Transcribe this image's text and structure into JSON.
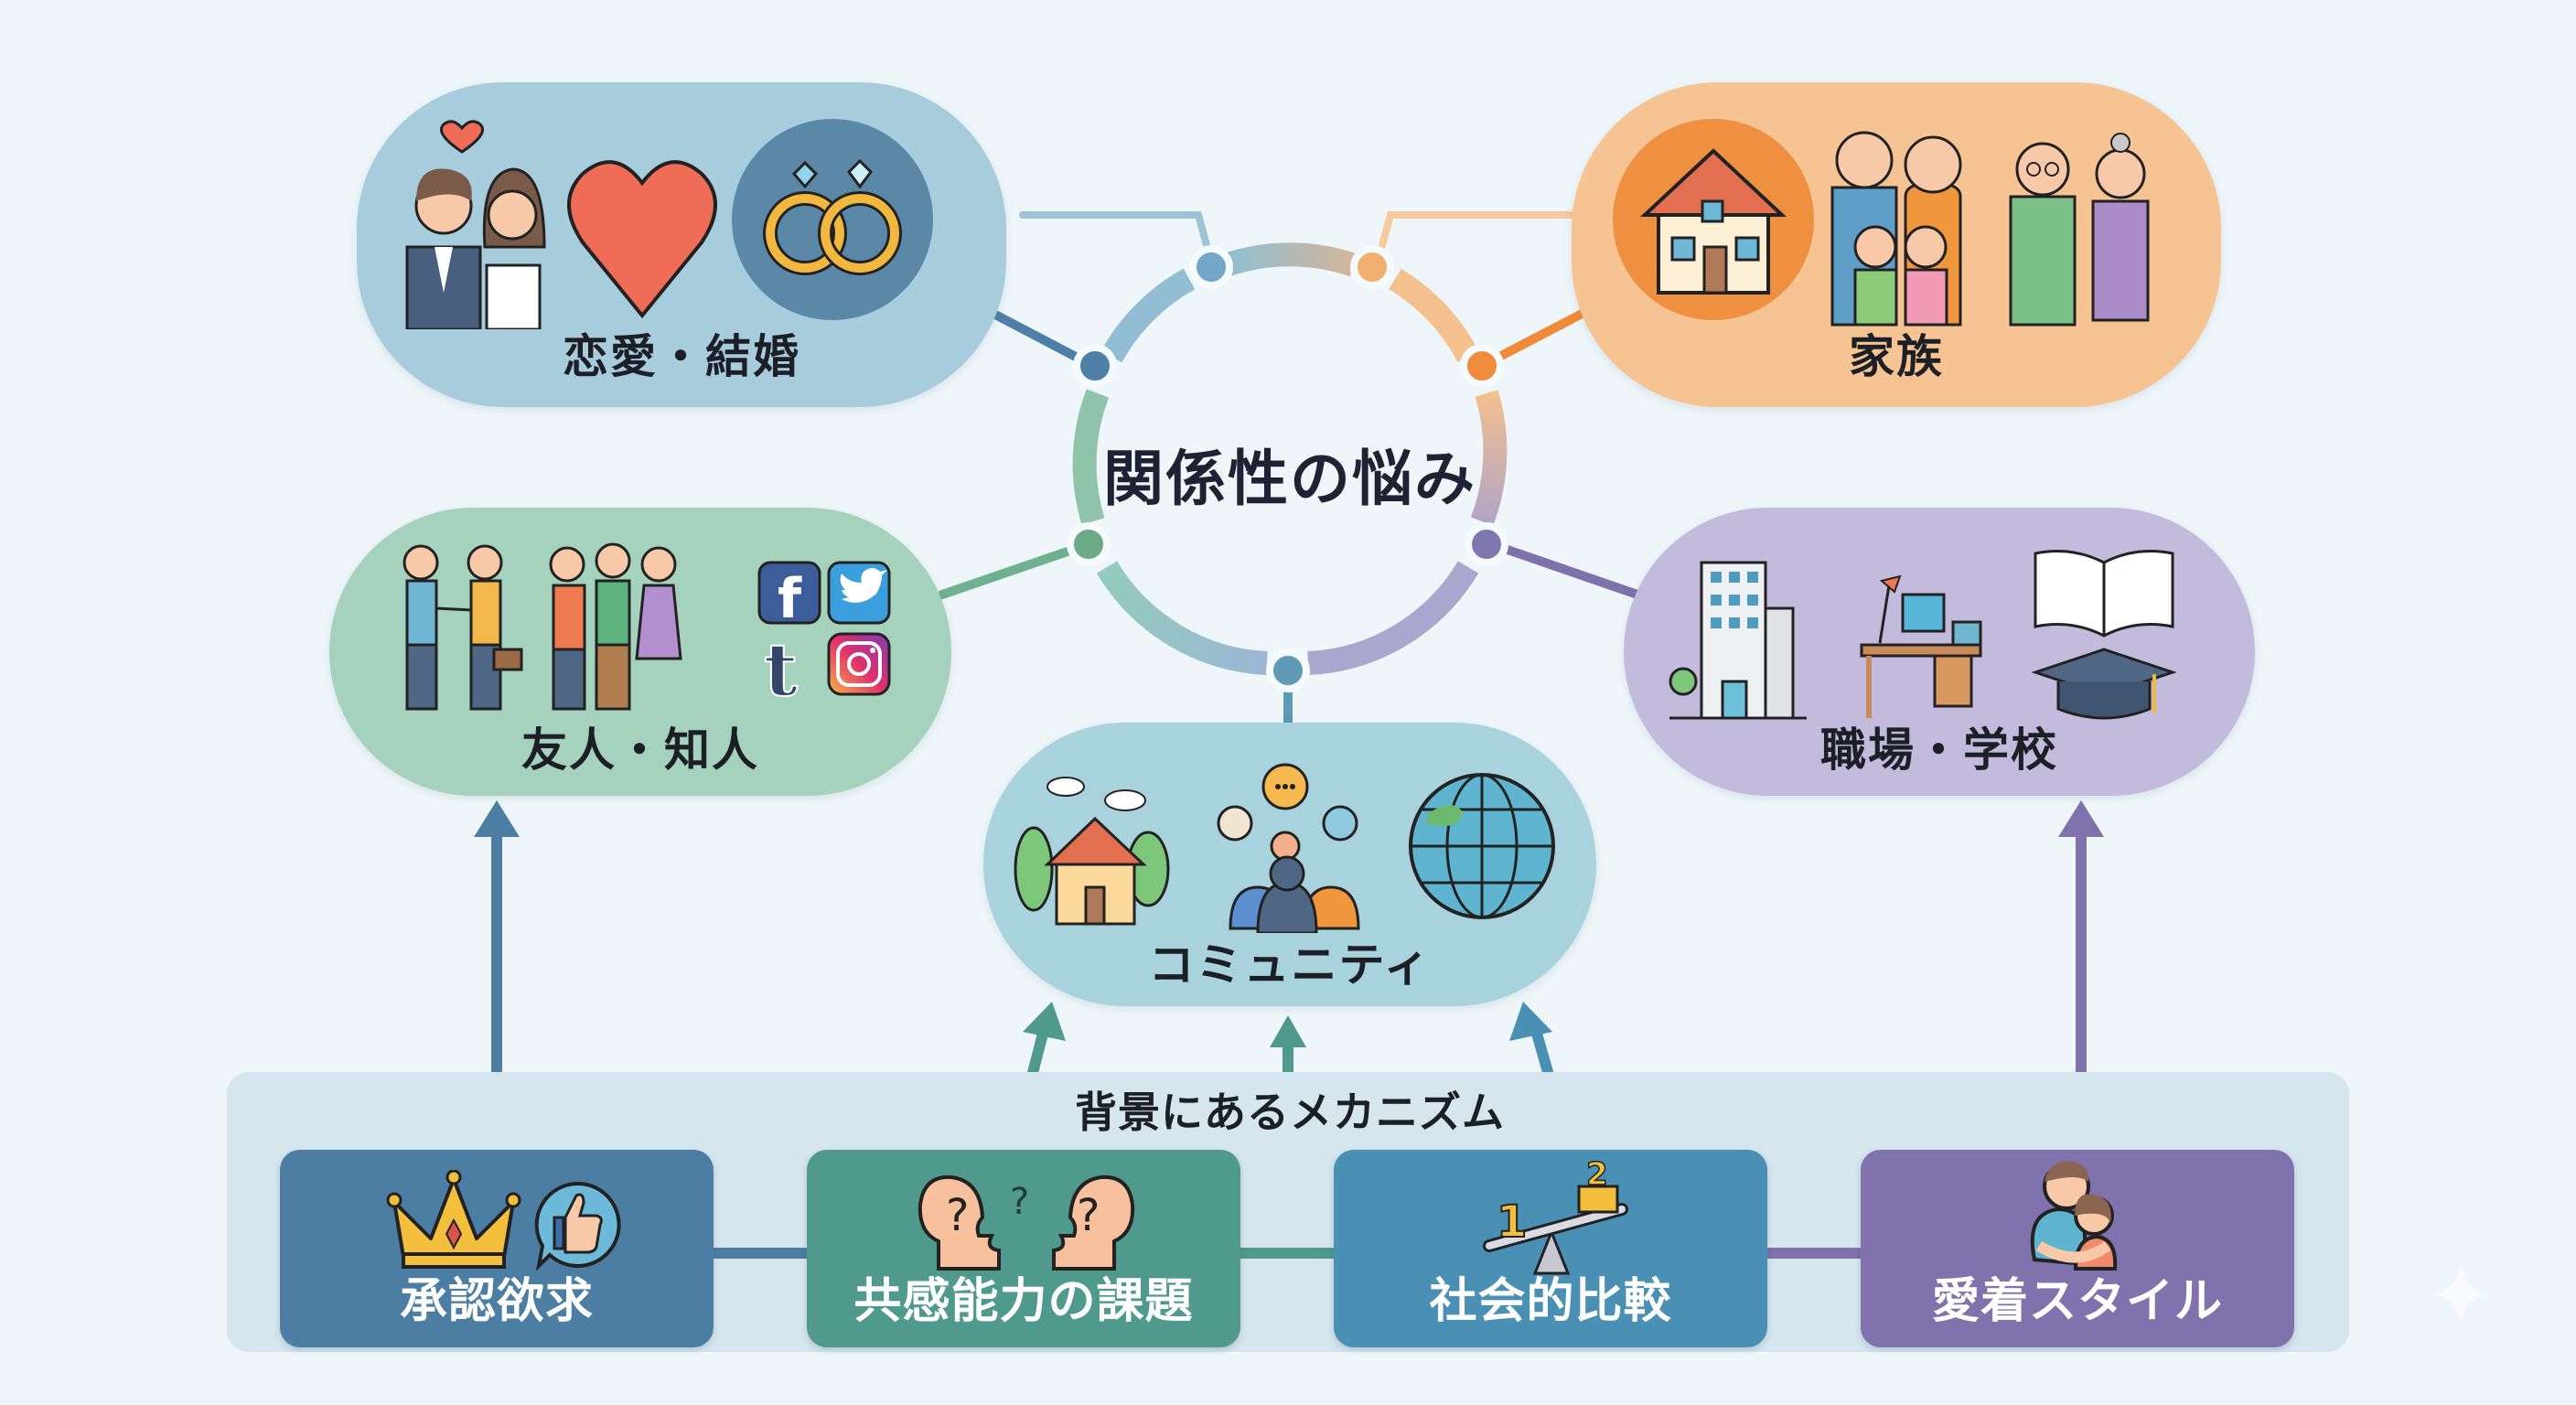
{
  "diagram": {
    "center": {
      "label": "関係性の悩み"
    },
    "relationship_nodes": [
      {
        "id": "romance",
        "label": "恋愛・結婚",
        "color": "#a7ccdc",
        "icons": [
          "couple-icon",
          "heart-icon",
          "wedding-rings-icon"
        ]
      },
      {
        "id": "family",
        "label": "家族",
        "color": "#f6c393",
        "icons": [
          "house-icon",
          "parents-children-icon",
          "grandparents-icon"
        ]
      },
      {
        "id": "friends",
        "label": "友人・知人",
        "color": "#a4d2bc",
        "icons": [
          "handshake-icon",
          "friends-group-icon",
          "facebook-icon",
          "twitter-icon",
          "tumblr-icon",
          "instagram-icon"
        ]
      },
      {
        "id": "work_school",
        "label": "職場・学校",
        "color": "#c3bbdc",
        "icons": [
          "office-building-icon",
          "desk-computer-icon",
          "open-book-icon",
          "graduation-cap-icon"
        ]
      },
      {
        "id": "community",
        "label": "コミュニティ",
        "color": "#a9d3dc",
        "icons": [
          "neighborhood-house-icon",
          "crowd-speech-icon",
          "globe-icon"
        ]
      }
    ],
    "mechanisms": {
      "title": "背景にあるメカニズム",
      "items": [
        {
          "id": "approval",
          "label": "承認欲求",
          "color": "#4c7ea3",
          "icons": [
            "crown-icon",
            "thumbs-up-icon"
          ]
        },
        {
          "id": "empathy",
          "label": "共感能力の課題",
          "color": "#4f9a8c",
          "icons": [
            "two-heads-question-icon"
          ]
        },
        {
          "id": "comparison",
          "label": "社会的比較",
          "color": "#4a90b4",
          "icons": [
            "balance-scale-icon"
          ],
          "scale_labels": [
            "1",
            "2"
          ]
        },
        {
          "id": "attachment",
          "label": "愛着スタイル",
          "color": "#7f72ad",
          "icons": [
            "parent-child-hug-icon"
          ]
        }
      ]
    },
    "connections": [
      {
        "from": "approval",
        "to": "friends"
      },
      {
        "from": "empathy",
        "to": "community"
      },
      {
        "from": "mechanisms",
        "to": "community"
      },
      {
        "from": "comparison",
        "to": "community"
      },
      {
        "from": "attachment",
        "to": "work_school"
      }
    ],
    "colors": {
      "background": "#eef6f9",
      "ring_blue": "#7fb0cc",
      "ring_orange": "#f3a460",
      "ring_green": "#8cc3a6",
      "ring_purple": "#9a8fc0",
      "text_dark": "#1c1f26"
    }
  }
}
